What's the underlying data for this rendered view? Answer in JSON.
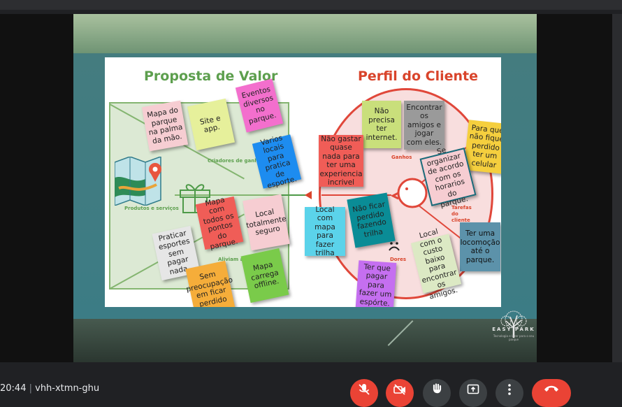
{
  "slide": {
    "value_prop_title": "Proposta de Valor",
    "customer_profile_title": "Perfil do Cliente",
    "labels": {
      "criadores": "Criadores de ganho",
      "produtos": "Produtos e serviços",
      "aliviam": "Aliviam as dores",
      "ganhos": "Ganhos",
      "tarefas": "Tarefas do cliente",
      "dores": "Dores"
    },
    "notes": {
      "mapa_palma": "Mapa do parque na palma da mão.",
      "site_app": "Site e app.",
      "eventos": "Eventos diversos no parque.",
      "varios_locais": "Varios locais para pratica de esporte.",
      "mapa_pontos": "Mapa com todos os pontos do parque.",
      "local_seguro": "Local totalmente seguro",
      "praticar": "Praticar esportes sem pagar nada.",
      "mapa_offline": "Mapa carrega offline.",
      "sem_preocupacao": "Sem preocupação em ficar perdido",
      "nao_precisa": "Não precisa ter internet.",
      "encontrar_amigos": "Encontrar os amigos e jogar com eles.",
      "nao_gastar": "Não gastar quase nada para ter uma experiencia incrivel",
      "para_que": "Para que não fique perdido ter um celular",
      "se_organizar": "Se organizar de acordo com os horarios do parque.",
      "local_trilha": "Local com mapa para fazer trilha",
      "nao_ficar": "Não ficar perdido fazendo trilha",
      "ter_locomocao": "Ter uma locomoção até o parque.",
      "local_custo": "Local com o custo baixo para encontrar os amigos.",
      "ter_que_pagar": "Ter que pagar para fazer um espórte."
    },
    "logo_text": "EASY PARK",
    "logo_subtext": "Tecnologia e lazer para o seu parque"
  },
  "meeting": {
    "time": "20:44",
    "code": "vhh-xtmn-ghu"
  },
  "controls": {
    "mic_off": "mic-off-icon",
    "cam_off": "camera-off-icon",
    "raise_hand": "raise-hand-icon",
    "present": "present-icon",
    "more": "more-options-icon",
    "end_call": "end-call-icon"
  },
  "colors": {
    "danger": "#ea4335",
    "control_gray": "#3c4043",
    "value_green": "#5d9f4e",
    "profile_red": "#d9442b"
  }
}
